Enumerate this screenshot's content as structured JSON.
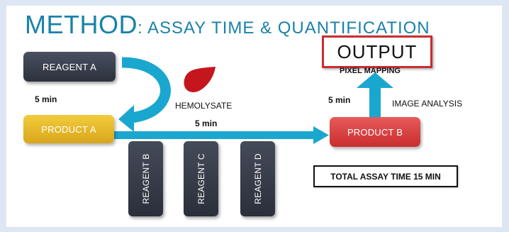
{
  "title": {
    "main": "METHOD",
    "sub": ": ASSAY TIME & QUANTIFICATION"
  },
  "boxes": {
    "reagent_a": "REAGENT A",
    "product_a": "PRODUCT A",
    "product_b": "PRODUCT B",
    "reagent_b": "REAGENT B",
    "reagent_c": "REAGENT C",
    "reagent_d": "REAGENT D",
    "output": "OUTPUT"
  },
  "labels": {
    "time_1": "5 min",
    "time_2": "5 min",
    "time_3": "5 min",
    "hemolysate": "HEMOLYSATE",
    "pixel_mapping": "PIXEL MAPPING",
    "image_analysis": "IMAGE ANALYSIS",
    "total_time": "TOTAL ASSAY TIME 15 MIN"
  },
  "colors": {
    "title": "#1a82a8",
    "arrow": "#1aa7cf",
    "dark_box": "#2f3440",
    "gold_box": "#e2b22a",
    "red_box": "#d63a3c",
    "drop": "#c4161c"
  },
  "icons": {
    "drop": "blood-drop-icon"
  }
}
